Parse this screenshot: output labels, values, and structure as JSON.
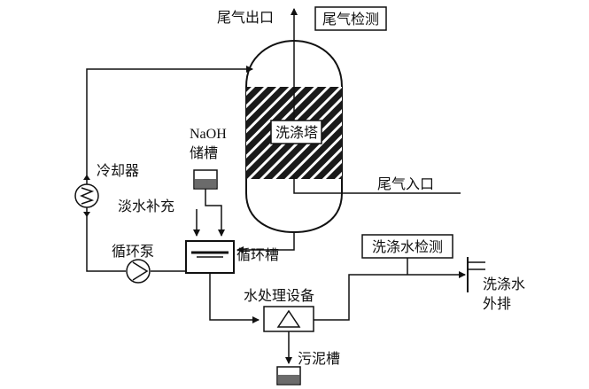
{
  "labels": {
    "exhaust_outlet": "尾气出口",
    "exhaust_monitor": "尾气检测",
    "washing_tower": "洗涤塔",
    "naoh_top": "NaOH",
    "naoh_bottom": "储槽",
    "cooler": "冷却器",
    "freshwater": "淡水补充",
    "exhaust_inlet": "尾气入口",
    "pump": "循环泵",
    "circ_tank": "循环槽",
    "wash_water_monitor": "洗涤水检测",
    "wash_water_out_1": "洗涤水",
    "wash_water_out_2": "外排",
    "water_treatment": "水处理设备",
    "sludge_tank": "污泥槽"
  },
  "colors": {
    "line": "#111111",
    "tank_fill": "#6b6b6b",
    "hatch_bg": "#1a1a1a"
  }
}
